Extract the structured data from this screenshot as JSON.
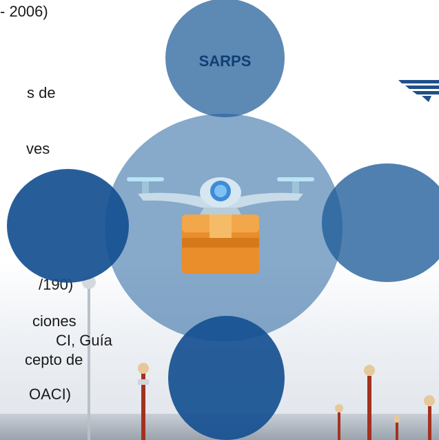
{
  "text_lines": [
    "- 2006)",
    "s de",
    "ves",
    "/190)",
    "ciones",
    "CI, Guía",
    "cepto de",
    "OACI)"
  ],
  "circles": {
    "top_label": "SARPS"
  },
  "colors": {
    "circle_dark": "#15508f",
    "circle_mid": "#1f5c98",
    "label": "#0f3f74",
    "box": "#e98e2a"
  },
  "icons": [
    "drone-package-icon",
    "airline-logo-icon"
  ]
}
